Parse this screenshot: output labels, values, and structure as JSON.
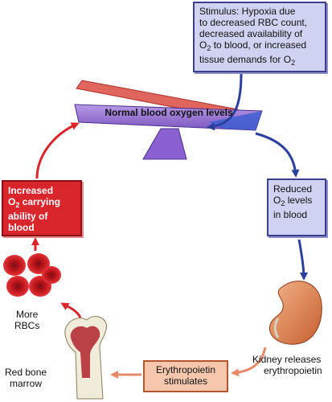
{
  "stimulus": {
    "line1": "Stimulus: Hypoxia due",
    "line2": "to decreased RBC count,",
    "line3": "decreased availability of",
    "line4_pre": "O",
    "line4_sub": "2",
    "line4_post": " to blood, or increased",
    "line5_pre": "tissue demands for O",
    "line5_sub": "2"
  },
  "balance": {
    "label": "Normal blood oxygen levels"
  },
  "reduced": {
    "line1": "Reduced",
    "line2_pre": "O",
    "line2_sub": "2",
    "line2_post": " levels",
    "line3": "in blood"
  },
  "kidney": {
    "line1": "Kidney releases",
    "line2": "erythropoietin"
  },
  "epo": {
    "line1": "Erythropoietin",
    "line2": "stimulates"
  },
  "marrow": {
    "line1": "Red bone",
    "line2": "marrow"
  },
  "rbcs": {
    "line1": "More",
    "line2": "RBCs"
  },
  "increased": {
    "line1": "Increased",
    "line2_pre": "O",
    "line2_sub": "2",
    "line2_post": " carrying",
    "line3": "ability of blood"
  },
  "colors": {
    "blue": "#2b3f9e",
    "red": "#d9262c",
    "salmon": "#e88a6a",
    "purple": "#8a63c8"
  }
}
